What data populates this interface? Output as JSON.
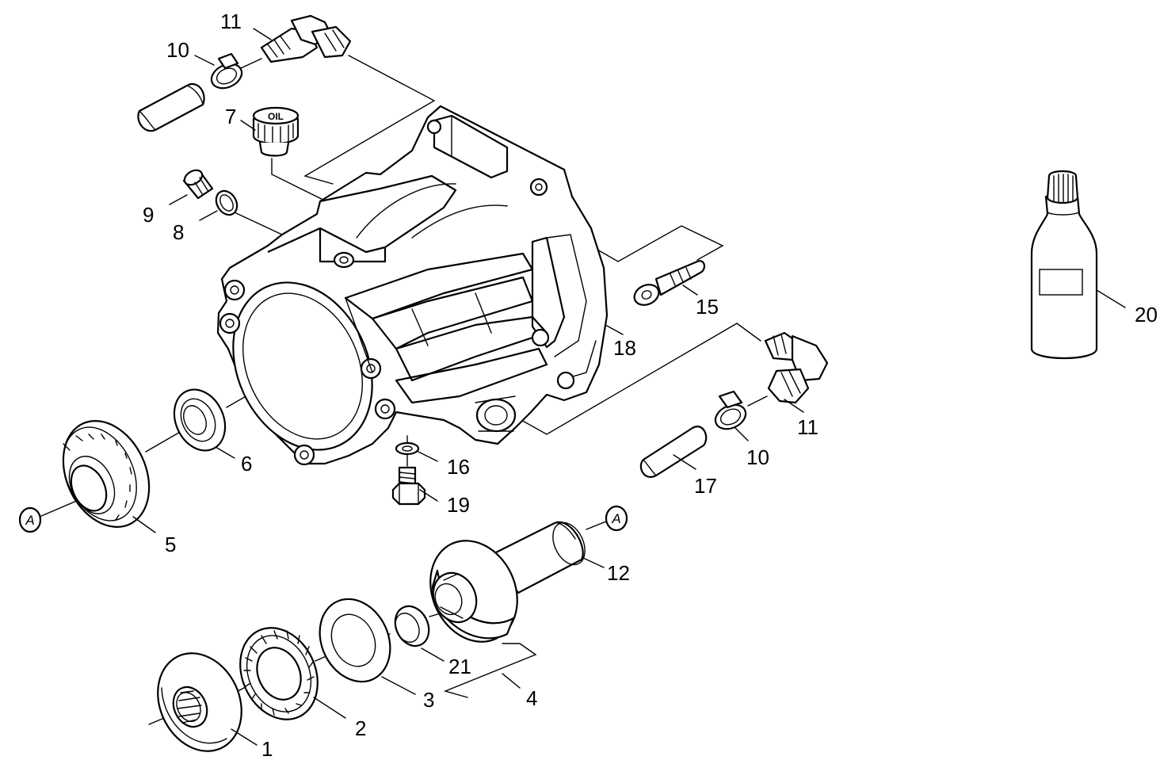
{
  "callouts": {
    "p1": "1",
    "p2": "2",
    "p3": "3",
    "p4": "4",
    "p5": "5",
    "p6": "6",
    "p7": "7",
    "p8": "8",
    "p9": "9",
    "p10a": "10",
    "p10b": "10",
    "p11a": "11",
    "p11b": "11",
    "p12": "12",
    "p15": "15",
    "p16": "16",
    "p17": "17",
    "p18": "18",
    "p19": "19",
    "p20": "20",
    "p21": "21"
  },
  "marks": {
    "a_left": "A",
    "a_right": "A"
  },
  "cap_text": "OIL"
}
